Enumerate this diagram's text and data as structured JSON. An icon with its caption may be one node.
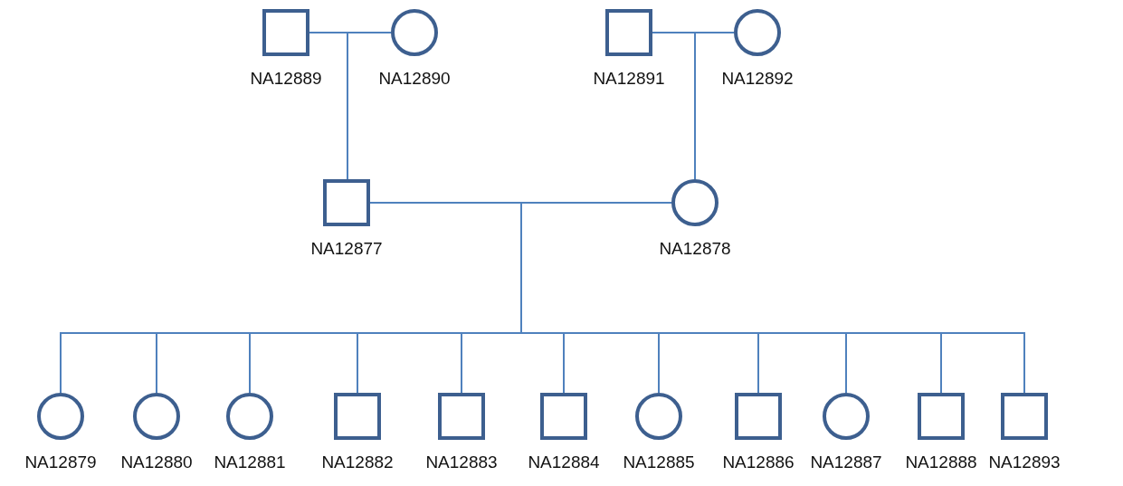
{
  "diagram": {
    "nodes": [
      {
        "text": [],
        "shape": "box",
        "beside": [
          "NA12889"
        ]
      },
      {
        "text": [],
        "shape": "circle",
        "beside": [
          "NA12890"
        ]
      },
      {
        "text": [],
        "shape": "box",
        "beside": [
          "NA12891"
        ]
      },
      {
        "text": [],
        "shape": "circle",
        "beside": [
          "NA12892"
        ]
      },
      {
        "text": [],
        "shape": "box",
        "beside": [
          "NA12877"
        ]
      },
      {
        "text": [],
        "shape": "circle",
        "beside": [
          "NA12878"
        ]
      },
      {
        "text": [],
        "shape": "circle",
        "beside": [
          "NA12879"
        ]
      },
      {
        "text": [],
        "shape": "circle",
        "beside": [
          "NA12880"
        ]
      },
      {
        "text": [],
        "shape": "circle",
        "beside": [
          "NA12881"
        ]
      },
      {
        "text": [],
        "shape": "box",
        "beside": [
          "NA12882"
        ]
      },
      {
        "text": [],
        "shape": "box",
        "beside": [
          "NA12883"
        ]
      },
      {
        "text": [],
        "shape": "box",
        "beside": [
          "NA12884"
        ]
      },
      {
        "text": [],
        "shape": "circle",
        "beside": [
          "NA12885"
        ]
      },
      {
        "text": [],
        "shape": "box",
        "beside": [
          "NA12886"
        ]
      },
      {
        "text": [],
        "shape": "circle",
        "beside": [
          "NA12887"
        ]
      },
      {
        "text": [],
        "shape": "box",
        "beside": [
          "NA12888"
        ]
      },
      {
        "text": [],
        "shape": "box",
        "beside": [
          "NA12893"
        ]
      }
    ],
    "edges": [
      {
        "from": 0,
        "to": 1,
        "arrow": "none"
      },
      {
        "from": 2,
        "to": 3,
        "arrow": "none"
      },
      {
        "from": 0,
        "to": 4,
        "arrow": "none"
      },
      {
        "from": 1,
        "to": 4,
        "arrow": "none"
      },
      {
        "from": 2,
        "to": 5,
        "arrow": "none"
      },
      {
        "from": 3,
        "to": 5,
        "arrow": "none"
      },
      {
        "from": 4,
        "to": 5,
        "arrow": "none"
      },
      {
        "from": 4,
        "to": 6,
        "arrow": "none"
      },
      {
        "from": 5,
        "to": 6,
        "arrow": "none"
      },
      {
        "from": 4,
        "to": 7,
        "arrow": "none"
      },
      {
        "from": 5,
        "to": 7,
        "arrow": "none"
      },
      {
        "from": 4,
        "to": 8,
        "arrow": "none"
      },
      {
        "from": 5,
        "to": 8,
        "arrow": "none"
      },
      {
        "from": 4,
        "to": 9,
        "arrow": "none"
      },
      {
        "from": 5,
        "to": 9,
        "arrow": "none"
      },
      {
        "from": 4,
        "to": 10,
        "arrow": "none"
      },
      {
        "from": 5,
        "to": 10,
        "arrow": "none"
      },
      {
        "from": 4,
        "to": 11,
        "arrow": "none"
      },
      {
        "from": 5,
        "to": 11,
        "arrow": "none"
      },
      {
        "from": 4,
        "to": 12,
        "arrow": "none"
      },
      {
        "from": 5,
        "to": 12,
        "arrow": "none"
      },
      {
        "from": 4,
        "to": 13,
        "arrow": "none"
      },
      {
        "from": 5,
        "to": 13,
        "arrow": "none"
      },
      {
        "from": 4,
        "to": 14,
        "arrow": "none"
      },
      {
        "from": 5,
        "to": 14,
        "arrow": "none"
      },
      {
        "from": 4,
        "to": 15,
        "arrow": "none"
      },
      {
        "from": 5,
        "to": 15,
        "arrow": "none"
      },
      {
        "from": 4,
        "to": 16,
        "arrow": "none"
      },
      {
        "from": 5,
        "to": 16,
        "arrow": "none"
      }
    ]
  }
}
